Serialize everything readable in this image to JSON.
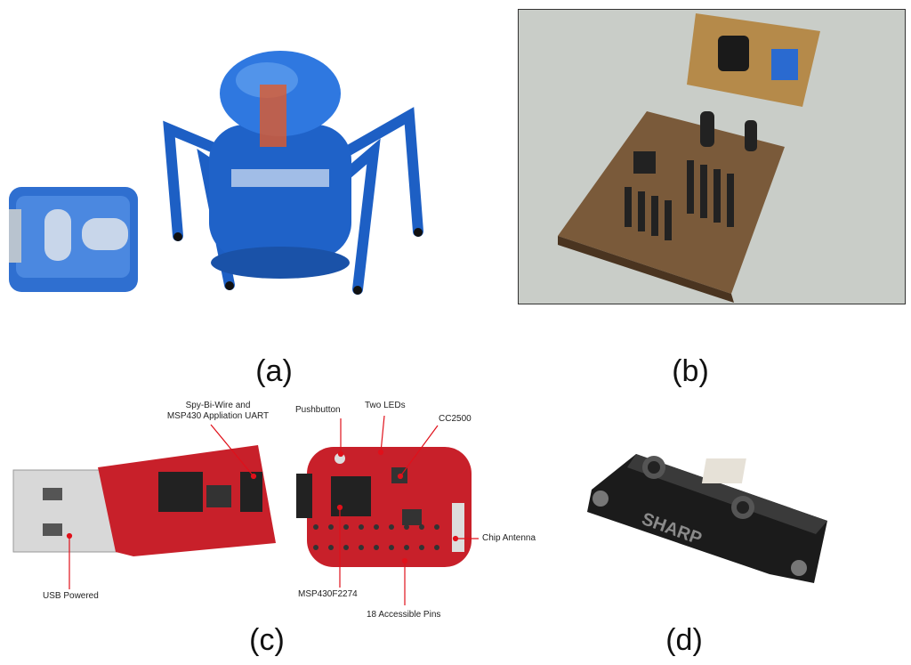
{
  "captions": {
    "a": "(a)",
    "b": "(b)",
    "c": "(c)",
    "d": "(d)"
  },
  "panel_c": {
    "annotations": {
      "spy_bi_wire": "Spy-Bi-Wire and\nMSP430 Appliation UART",
      "pushbutton": "Pushbutton",
      "two_leds": "Two LEDs",
      "cc2500": "CC2500",
      "chip_antenna": "Chip Antenna",
      "usb_powered": "USB Powered",
      "msp430f2274": "MSP430F2274",
      "accessible_pins": "18 Accessible Pins"
    }
  },
  "panel_d": {
    "brand": "SHARP"
  },
  "colors": {
    "accent_red": "#e0101a",
    "board_red": "#c8202a",
    "robot_blue": "#1d5fc4"
  }
}
